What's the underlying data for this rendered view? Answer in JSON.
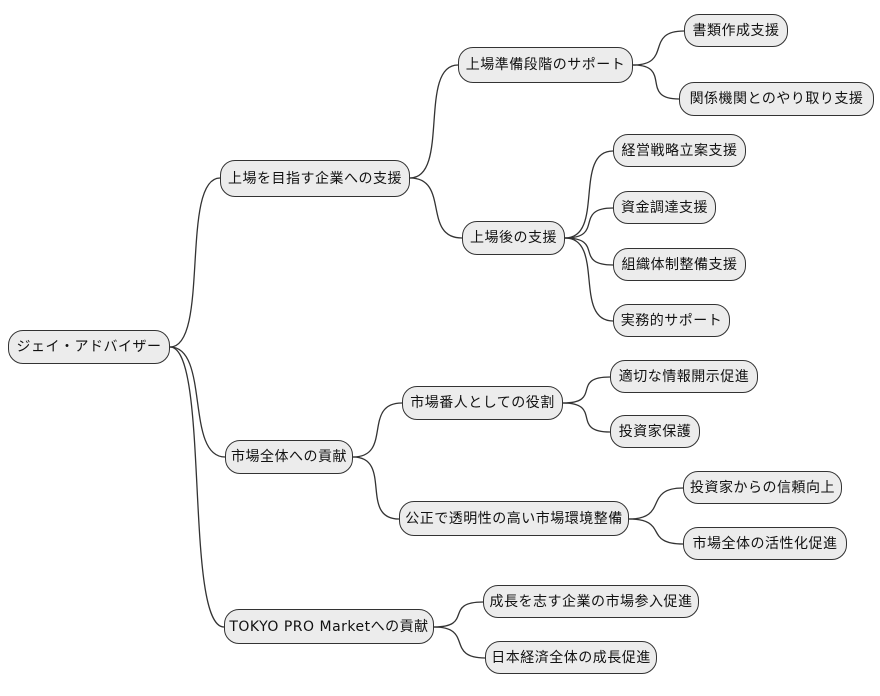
{
  "diagram": {
    "type": "mindmap",
    "nodes": {
      "root": "ジェイ・アドバイザー",
      "b1": "上場を目指す企業への支援",
      "c1a": "上場準備段階のサポート",
      "l1": "書類作成支援",
      "l2": "関係機関とのやり取り支援",
      "c1b": "上場後の支援",
      "l3": "経営戦略立案支援",
      "l4": "資金調達支援",
      "l5": "組織体制整備支援",
      "l6": "実務的サポート",
      "b2": "市場全体への貢献",
      "c2a": "市場番人としての役割",
      "l7": "適切な情報開示促進",
      "l8": "投資家保護",
      "c2b": "公正で透明性の高い市場環境整備",
      "l9": "投資家からの信頼向上",
      "l10": "市場全体の活性化促進",
      "b3": "TOKYO PRO Marketへの貢献",
      "l11": "成長を志す企業の市場参入促進",
      "l12": "日本経済全体の成長促進"
    },
    "hierarchy": {
      "label": "ジェイ・アドバイザー",
      "children": [
        {
          "label": "上場を目指す企業への支援",
          "children": [
            {
              "label": "上場準備段階のサポート",
              "children": [
                {
                  "label": "書類作成支援"
                },
                {
                  "label": "関係機関とのやり取り支援"
                }
              ]
            },
            {
              "label": "上場後の支援",
              "children": [
                {
                  "label": "経営戦略立案支援"
                },
                {
                  "label": "資金調達支援"
                },
                {
                  "label": "組織体制整備支援"
                },
                {
                  "label": "実務的サポート"
                }
              ]
            }
          ]
        },
        {
          "label": "市場全体への貢献",
          "children": [
            {
              "label": "市場番人としての役割",
              "children": [
                {
                  "label": "適切な情報開示促進"
                },
                {
                  "label": "投資家保護"
                }
              ]
            },
            {
              "label": "公正で透明性の高い市場環境整備",
              "children": [
                {
                  "label": "投資家からの信頼向上"
                },
                {
                  "label": "市場全体の活性化促進"
                }
              ]
            }
          ]
        },
        {
          "label": "TOKYO PRO Marketへの貢献",
          "children": [
            {
              "label": "成長を志す企業の市場参入促進"
            },
            {
              "label": "日本経済全体の成長促進"
            }
          ]
        }
      ]
    },
    "colors": {
      "background": "#ffffff",
      "node_fill": "#ececec",
      "node_border": "#333333",
      "edge": "#333333",
      "text": "#111111"
    }
  }
}
